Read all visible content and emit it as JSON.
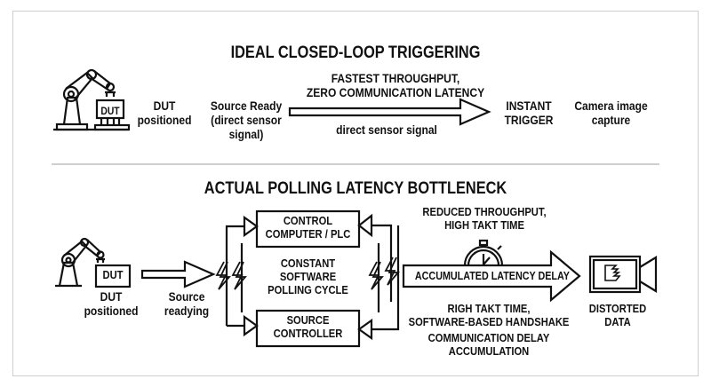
{
  "top": {
    "title": "IDEAL CLOSED-LOOP TRIGGERING",
    "dut_box": "DUT",
    "dut_positioned": [
      "DUT",
      "positioned"
    ],
    "source_ready": [
      "Source Ready",
      "(direct sensor",
      "signal)"
    ],
    "arrow_top": [
      "FASTEST THROUGHPUT,",
      "ZERO COMMUNICATION LATENCY"
    ],
    "arrow_bottom": "direct sensor signal",
    "instant_trigger": [
      "INSTANT",
      "TRIGGER"
    ],
    "camera_capture": [
      "Camera image",
      "capture"
    ]
  },
  "bottom": {
    "title": "ACTUAL POLLING LATENCY BOTTLENECK",
    "dut_box": "DUT",
    "dut_positioned": [
      "DUT",
      "positioned"
    ],
    "source_readying": [
      "Source",
      "readying"
    ],
    "control_computer": [
      "CONTROL",
      "COMPUTER / PLC"
    ],
    "polling_cycle": [
      "CONSTANT",
      "SOFTWARE",
      "POLLING CYCLE"
    ],
    "source_controller": [
      "SOURCE",
      "CONTROLLER"
    ],
    "reduced_throughput": [
      "REDUCED THROUGHPUT,",
      "HIGH TAKT TIME"
    ],
    "latency_arrow": "ACCUMULATED LATENCY DELAY",
    "handshake": [
      "RIGH TAKT TIME,",
      "SOFTWARE-BASED HANDSHAKE"
    ],
    "delay_accumulation": [
      "COMMUNICATION DELAY",
      "ACCUMULATION"
    ],
    "distorted_data": [
      "DISTORTED",
      "DATA"
    ]
  }
}
